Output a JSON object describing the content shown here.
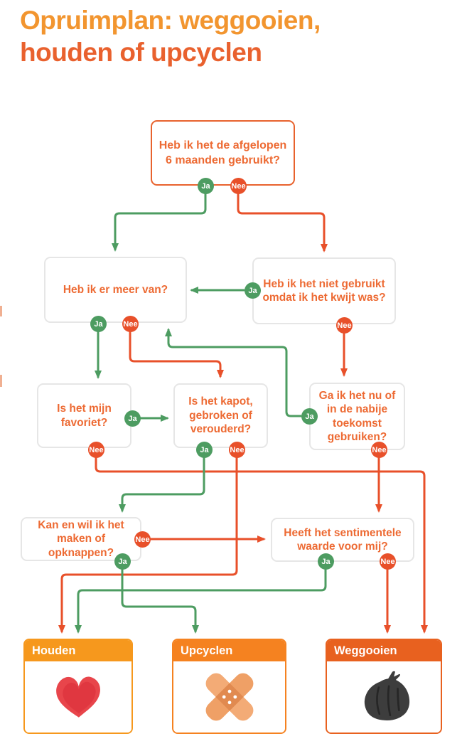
{
  "title": {
    "line1": "Opruimplan: weggooien,",
    "line2": "houden of upcyclen"
  },
  "badge_labels": {
    "yes": "Ja",
    "no": "Nee"
  },
  "questions": {
    "q1": "Heb ik het de afgelopen 6 maanden gebruikt?",
    "q2": "Heb ik er meer van?",
    "q3": "Heb ik het niet gebruikt omdat ik het kwijt was?",
    "q4": "Is het mijn favoriet?",
    "q5": "Is het kapot, gebroken of verouderd?",
    "q6": "Ga ik het nu of in de nabije toekomst gebruiken?",
    "q7": "Kan en wil ik het maken of opknappen?",
    "q8": "Heeft het sentimentele waarde voor mij?"
  },
  "outcomes": {
    "keep": {
      "label": "Houden",
      "icon": "red-heart"
    },
    "upcycle": {
      "label": "Upcyclen",
      "icon": "crossed-bandages"
    },
    "discard": {
      "label": "Weggooien",
      "icon": "trash-bag"
    }
  },
  "edges": [
    {
      "from": "q1",
      "label": "Ja",
      "to": "q2"
    },
    {
      "from": "q1",
      "label": "Nee",
      "to": "q3"
    },
    {
      "from": "q2",
      "label": "Ja",
      "to": "q4"
    },
    {
      "from": "q2",
      "label": "Nee",
      "to": "q5"
    },
    {
      "from": "q3",
      "label": "Ja",
      "to": "q2"
    },
    {
      "from": "q3",
      "label": "Nee",
      "to": "q6"
    },
    {
      "from": "q4",
      "label": "Ja",
      "to": "q5"
    },
    {
      "from": "q4",
      "label": "Nee",
      "to": "Weggooien"
    },
    {
      "from": "q5",
      "label": "Ja",
      "to": "q7"
    },
    {
      "from": "q5",
      "label": "Nee",
      "to": "Houden"
    },
    {
      "from": "q6",
      "label": "Ja",
      "to": "q2"
    },
    {
      "from": "q6",
      "label": "Nee",
      "to": "q8"
    },
    {
      "from": "q7",
      "label": "Ja",
      "to": "Upcyclen"
    },
    {
      "from": "q7",
      "label": "Nee",
      "to": "q8"
    },
    {
      "from": "q8",
      "label": "Ja",
      "to": "Houden"
    },
    {
      "from": "q8",
      "label": "Nee",
      "to": "Weggooien"
    }
  ],
  "colors": {
    "title_line1": "#f2952f",
    "title_line2": "#e9612e",
    "question_text": "#ed6a33",
    "q1_border": "#e8622d",
    "gray_border": "#e6e6e6",
    "green": "#4d9c61",
    "orange": "#e8502a",
    "houden_header": "#f6981d",
    "upcyclen_header": "#f58220",
    "weggooien_header": "#e8611f",
    "background": "#ffffff"
  }
}
